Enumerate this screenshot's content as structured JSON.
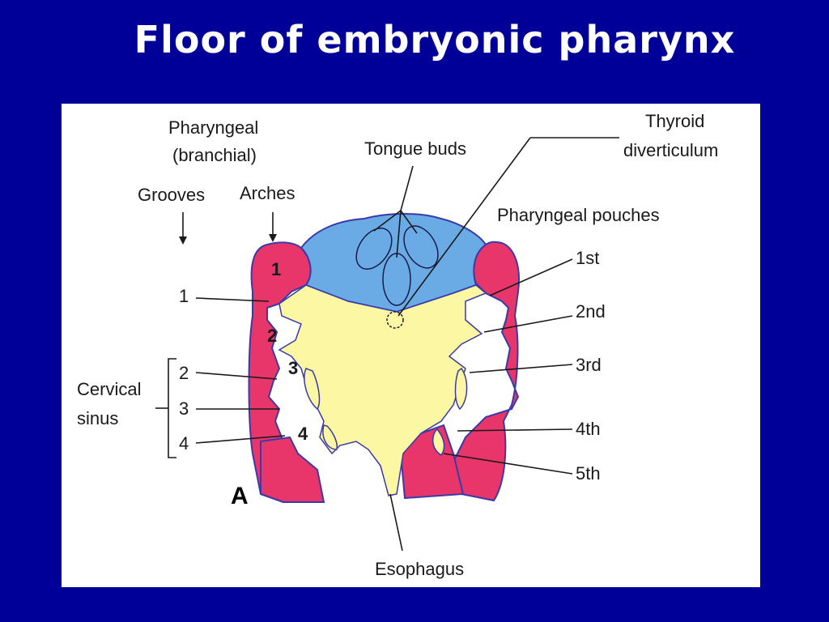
{
  "title": "Floor of embryonic pharynx",
  "labels": {
    "pharyngeal": "Pharyngeal",
    "branchial": "(branchial)",
    "grooves": "Grooves",
    "arches": "Arches",
    "tongue_buds": "Tongue buds",
    "thyroid": "Thyroid",
    "diverticulum": "diverticulum",
    "pouches": "Pharyngeal pouches",
    "cervical": "Cervical",
    "sinus": "sinus",
    "esophagus": "Esophagus",
    "panel_letter": "A"
  },
  "grooves": [
    "1",
    "2",
    "3",
    "4"
  ],
  "arches": [
    "1",
    "2",
    "3",
    "4"
  ],
  "pouches": [
    "1st",
    "2nd",
    "3rd",
    "4th",
    "5th"
  ],
  "colors": {
    "background": "#000099",
    "arch": "#e8356a",
    "tongue": "#6aabe6",
    "endoderm": "#fbf7a2",
    "outline": "#3a3aa8"
  }
}
